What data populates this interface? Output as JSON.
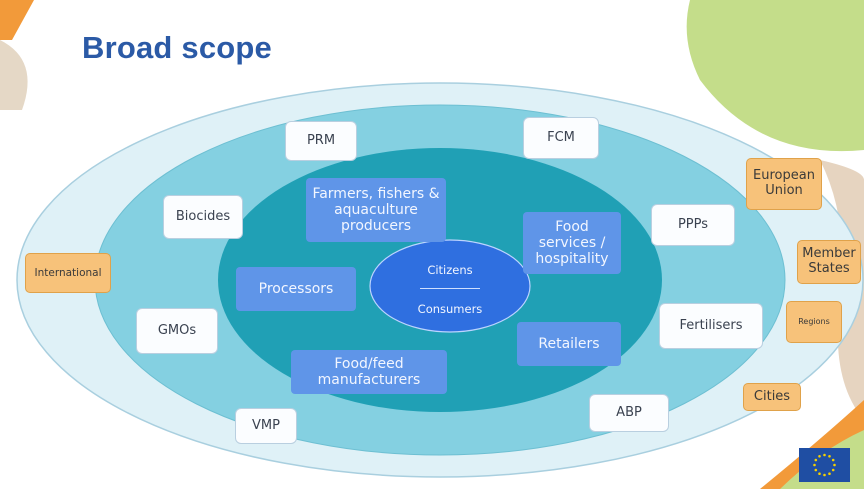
{
  "title": "Broad scope",
  "center": {
    "top": "Citizens",
    "bottom": "Consumers"
  },
  "inner_actors": [
    "Farmers, fishers & aquaculture producers",
    "Food services / hospitality",
    "Processors",
    "Retailers",
    "Food/feed manufacturers"
  ],
  "outer_areas": [
    "PRM",
    "FCM",
    "Biocides",
    "PPPs",
    "GMOs",
    "Fertilisers",
    "VMP",
    "ABP"
  ],
  "governance_levels": [
    "International",
    "European Union",
    "Member States",
    "Regions",
    "Cities"
  ],
  "colors": {
    "title": "#2b5aa6",
    "outer_ring": "#dff1f7",
    "middle_ring": "#7fcfe0",
    "inner_ring": "#23a0b5",
    "center": "#2f6fe0",
    "actor_box": "#5f95e8",
    "governance_box": "#f7c27a"
  },
  "icons": [
    "eu-flag-icon"
  ]
}
